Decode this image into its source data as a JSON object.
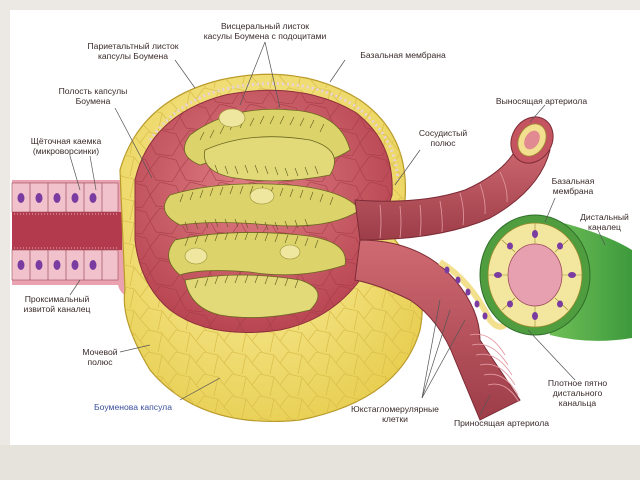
{
  "labels": {
    "visceral_leaflet": [
      "Висцеральный листок",
      "касулы Боумена с подоцитами"
    ],
    "parietal_leaflet": [
      "Париетальтный листок",
      "капсулы Боумена"
    ],
    "basal_membrane_top": [
      "Базальная мембрана"
    ],
    "capsule_cavity": [
      "Полость капсулы",
      "Боумена"
    ],
    "brush_border": [
      "Щёточная каемка",
      "(микроворсинки)"
    ],
    "vascular_pole": [
      "Сосудистый",
      "полюс"
    ],
    "efferent_arteriole": [
      "Выносящая артериола"
    ],
    "basal_membrane_right": [
      "Базальная",
      "мембрана"
    ],
    "distal_tubule": [
      "Дистальный",
      "каналец"
    ],
    "proximal_tubule": [
      "Проксимальный",
      "извитой каналец"
    ],
    "urinary_pole": [
      "Мочевой",
      "полюс"
    ],
    "bowman_capsule": [
      "Боуменова капсула"
    ],
    "juxtaglomerular_cells": [
      "Юкстагломерулярные",
      "клетки"
    ],
    "afferent_arteriole": [
      "Приносящая артериола"
    ],
    "macula_densa": [
      "Плотное пятно",
      "дистального",
      "канальца"
    ]
  },
  "colors": {
    "capsule_yellow": "#f2e27a",
    "cavity_red": "#c8525c",
    "glomerulus_yellow": "#d8cf63",
    "artery_red": "#b8505b",
    "distal_green": "#4fae4a",
    "tubule_pink": "#e59aa8"
  }
}
